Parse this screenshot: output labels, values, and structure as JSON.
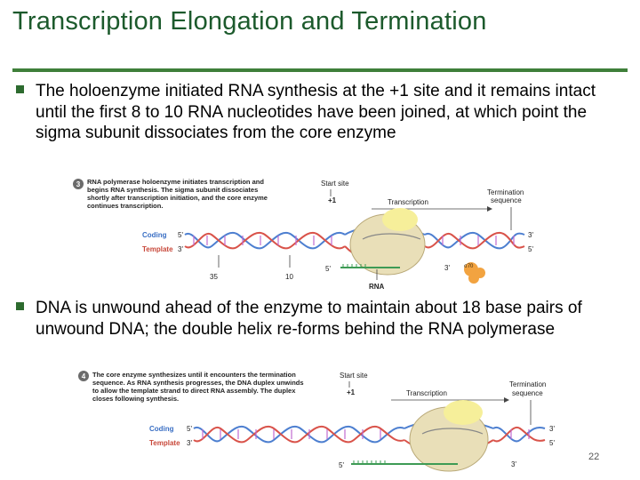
{
  "slide": {
    "title": "Transcription Elongation and Termination",
    "bullets": [
      "The holoenzyme initiated RNA synthesis at the +1 site and it remains intact until the first 8 to 10 RNA nucleotides have been joined, at which point the sigma subunit dissociates from the core enzyme",
      "DNA is unwound ahead of the enzyme to maintain about 18 base pairs of unwound DNA; the double helix re-forms behind the RNA polymerase"
    ],
    "page_number": "22"
  },
  "figure3": {
    "step": "3",
    "caption": [
      "RNA polymerase holoenzyme initiates transcription and",
      "begins RNA synthesis. The sigma subunit dissociates",
      "shortly after transcription initiation, and the core enzyme",
      "continues transcription."
    ],
    "start_site": "Start site",
    "plus_one": "+1",
    "transcription": "Transcription",
    "termination": "Termination",
    "sequence": "sequence",
    "coding": "Coding",
    "template": "Template",
    "five_prime": "5'",
    "three_prime": "3'",
    "pos_35": "35",
    "pos_10": "10",
    "rna": "RNA",
    "sigma": "σ70"
  },
  "figure4": {
    "step": "4",
    "caption": [
      "The core enzyme synthesizes until it encounters the termination",
      "sequence. As RNA synthesis progresses, the DNA duplex unwinds",
      "to allow the template strand to direct RNA assembly. The duplex",
      "closes following synthesis."
    ],
    "start_site": "Start site",
    "plus_one": "+1",
    "transcription": "Transcription",
    "termination": "Termination",
    "sequence": "sequence",
    "coding": "Coding",
    "template": "Template",
    "five_prime": "5'",
    "three_prime": "3'"
  },
  "colors": {
    "title": "#1c5a2c",
    "rule": "#3f7f3a",
    "coding_label": "#3a6fc4",
    "template_label": "#c8483a",
    "enzyme": "#e9dfb8",
    "sigma": "#f2a340"
  }
}
